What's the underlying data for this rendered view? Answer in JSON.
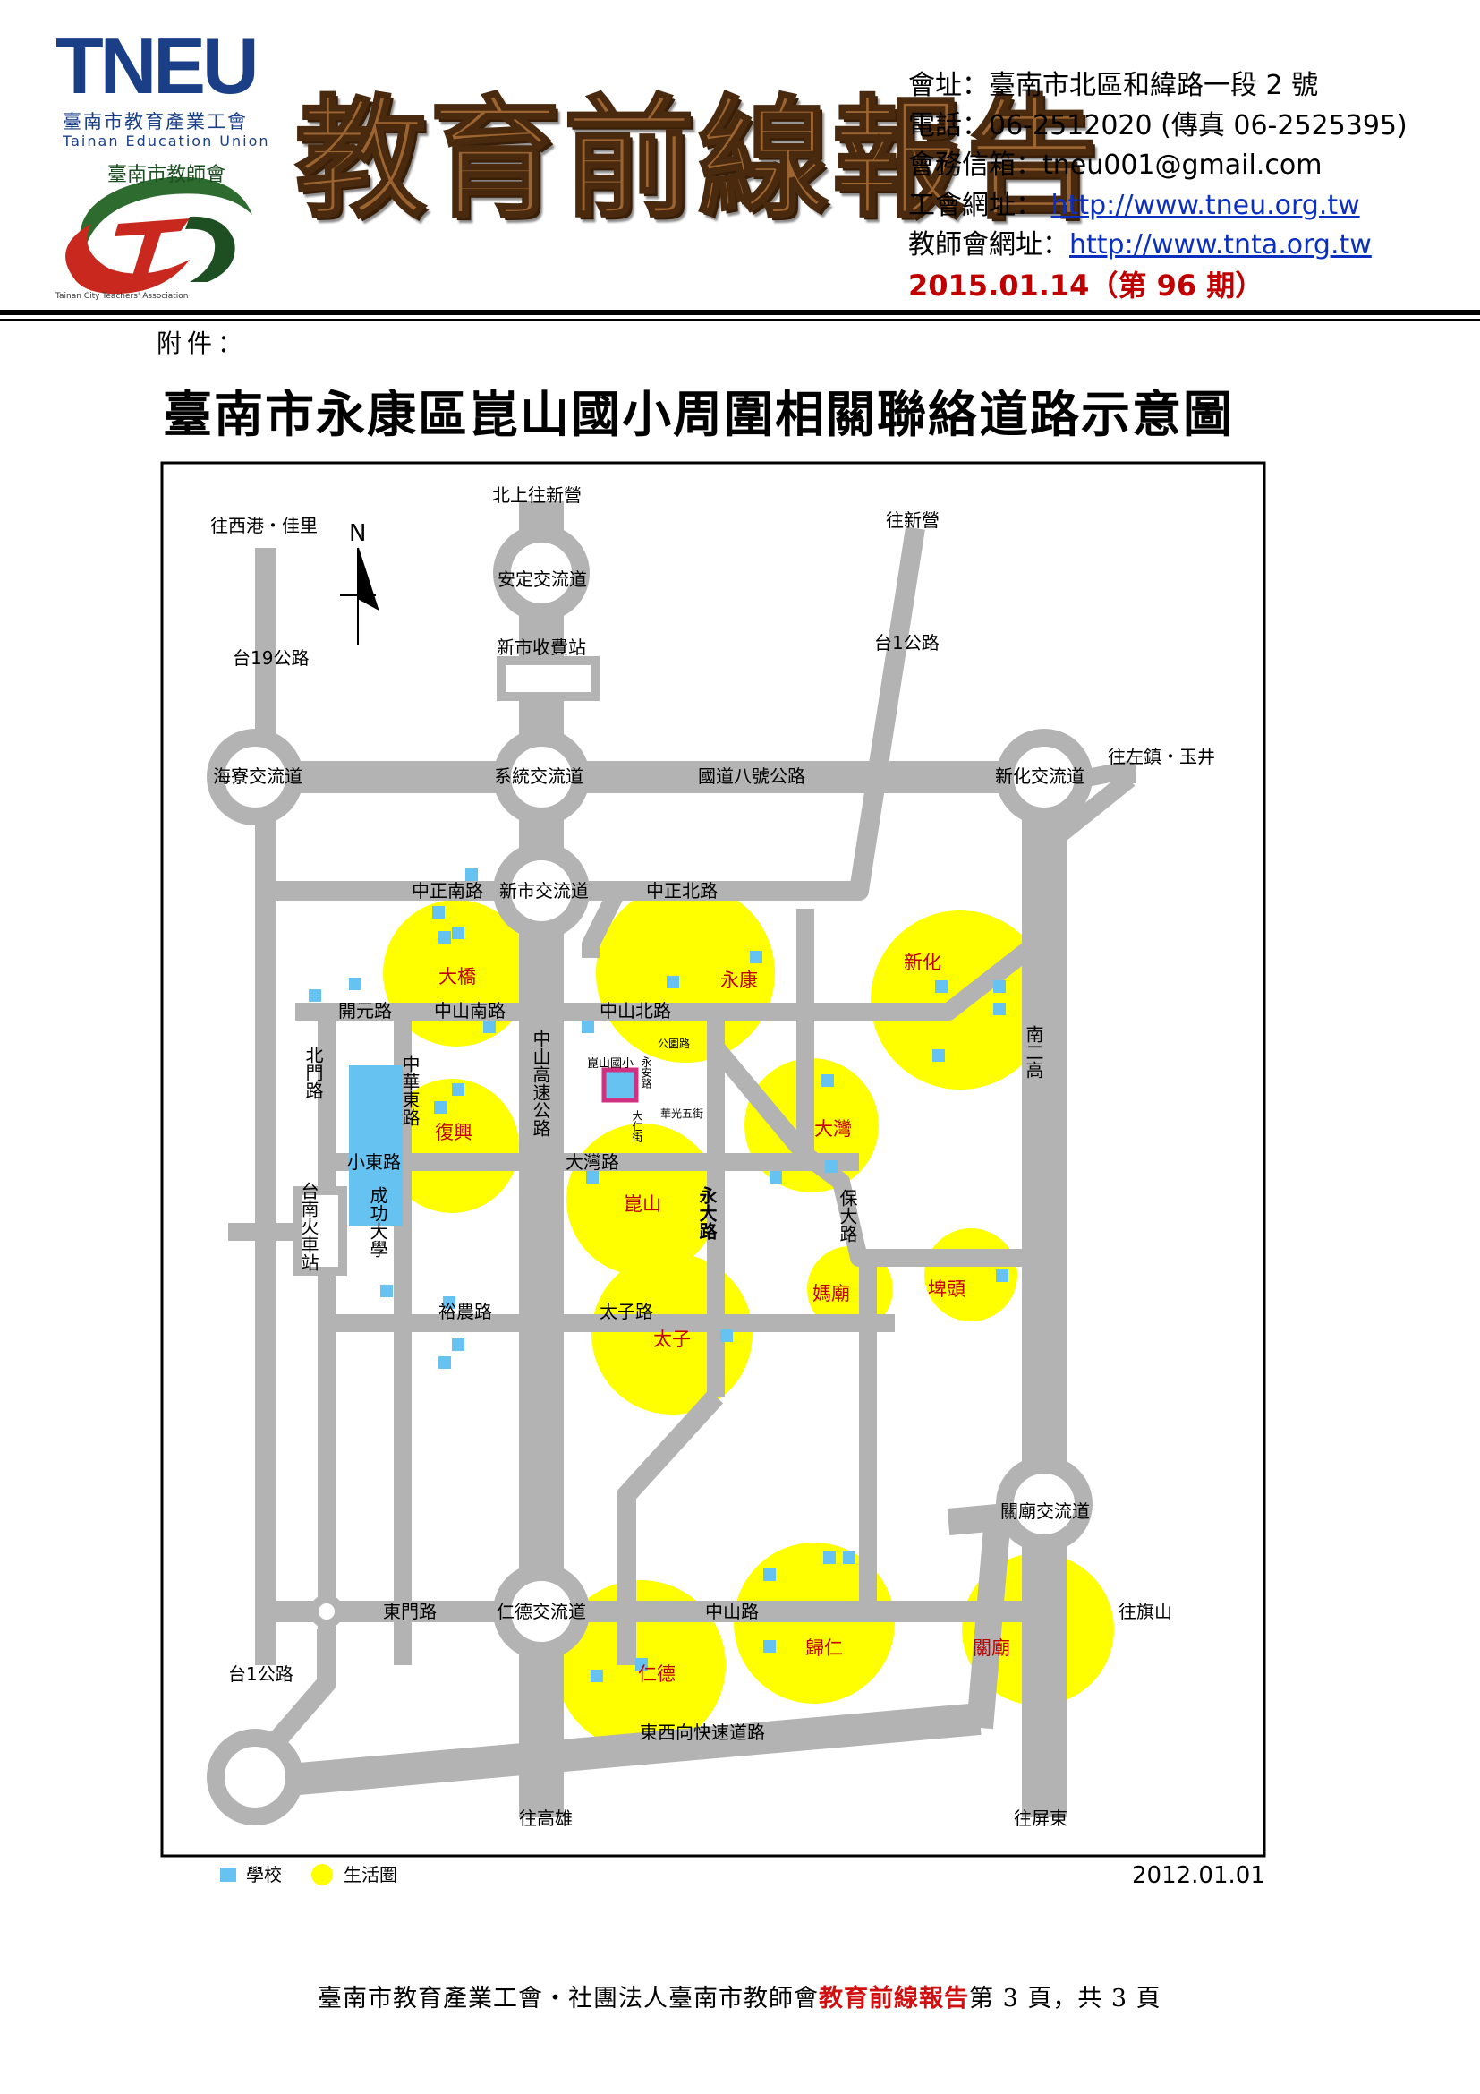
{
  "header": {
    "logo_name": "TNEU",
    "logo_union_zh": "臺南市教育產業工會",
    "logo_union_en": "Tainan Education Union",
    "emblem_label": "臺南市教師會",
    "emblem_en": "Tainan City Teachers' Association",
    "masthead": "教育前線報告",
    "address": "會址：臺南市北區和緯路一段 2 號",
    "phone": "電話：06-2512020 (傳真 06-2525395)",
    "email": "會務信箱：tneu001@gmail.com",
    "union_site_label": "工會網址：",
    "union_site_url": "http://www.tneu.org.tw",
    "teacher_site_label": "教師會網址：",
    "teacher_site_url": "http://www.tnta.org.tw",
    "issue": "2015.01.14（第 96 期）"
  },
  "attachment_label": "附件：",
  "title": "臺南市永康區崑山國小周圍相關聯絡道路示意圖",
  "map": {
    "labels": {
      "to_xigang": "往西港・佳里",
      "north_mark": "N",
      "north_to_xinying": "北上往新營",
      "anding_ic": "安定交流道",
      "xinshi_toll": "新市收費站",
      "to_xinying": "往新營",
      "tai1": "台1公路",
      "tai19": "台19公路",
      "haiyao_ic": "海寮交流道",
      "xitong_ic": "系統交流道",
      "nat8": "國道八號公路",
      "xinhua_ic": "新化交流道",
      "to_zuozhen": "往左鎮・玉井",
      "zhongzheng_s": "中正南路",
      "xinshi_ic": "新市交流道",
      "zhongzheng_n": "中正北路",
      "daqiao": "大橋",
      "yongkang": "永康",
      "xinhua": "新化",
      "kaiyuan": "開元路",
      "zhongshan_s": "中山南路",
      "zhongshan_n": "中山北路",
      "nanerhao": "南二高",
      "gongyuan": "公園路",
      "kunshan_school": "崑山國小",
      "yongan": "永安路",
      "huaguang5": "華光五街",
      "daren": "大仁街",
      "beimen": "北門路",
      "zhonghua_e": "中華東路",
      "zhongshan_fwy": "中山高速公路",
      "fuxing": "復興",
      "dawan_area": "大灣",
      "xiaodong": "小東路",
      "dawan_road": "大灣路",
      "kunshan": "崑山",
      "yongda": "永大路",
      "baoda": "保大路",
      "tainan_station": "台南火車站",
      "ncku": "成功大學",
      "matsu": "媽廟",
      "beitou": "埤頭",
      "yunong": "裕農路",
      "taizi_road": "太子路",
      "taizi": "太子",
      "guanmiao_ic": "關廟交流道",
      "dongmen": "東門路",
      "rende_ic": "仁德交流道",
      "zhongshan_road": "中山路",
      "to_qishan": "往旗山",
      "guiren": "歸仁",
      "guanmiao": "關廟",
      "rende": "仁德",
      "tai1_south": "台1公路",
      "expressway": "東西向快速道路",
      "to_kaohsiung": "往高雄",
      "to_pingtung": "往屏東"
    },
    "legend": {
      "school": "學校",
      "life_circle": "生活圈"
    },
    "date": "2012.01.01",
    "colors": {
      "road": "#b3b3b3",
      "zone": "#ffff00",
      "school": "#66c2f0",
      "campus": "#66c2f0",
      "marker": "#d03080",
      "zone_text": "#c00000"
    }
  },
  "footer": {
    "prefix": "臺南市教育產業工會‧社團法人臺南市教師會",
    "brand": "教育前線報告",
    "suffix": "第 3 頁，共 3 頁"
  }
}
